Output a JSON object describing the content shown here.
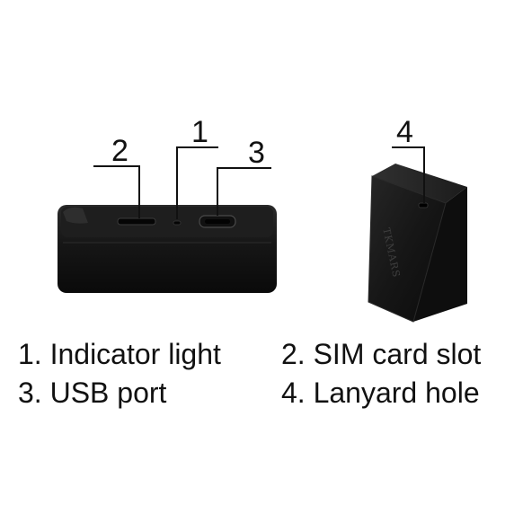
{
  "callouts": [
    {
      "number": "1",
      "target": "indicator light"
    },
    {
      "number": "2",
      "target": "SIM card slot"
    },
    {
      "number": "3",
      "target": "USB port"
    },
    {
      "number": "4",
      "target": "lanyard hole"
    }
  ],
  "legend": {
    "item1": "1. Indicator light",
    "item2": "2. SIM card slot",
    "item3": "3. USB port",
    "item4": "4. Lanyard hole"
  },
  "colors": {
    "device_body": "#1a1a1a",
    "device_shade": "#0d0d0d",
    "line": "#111111",
    "background": "#ffffff"
  }
}
